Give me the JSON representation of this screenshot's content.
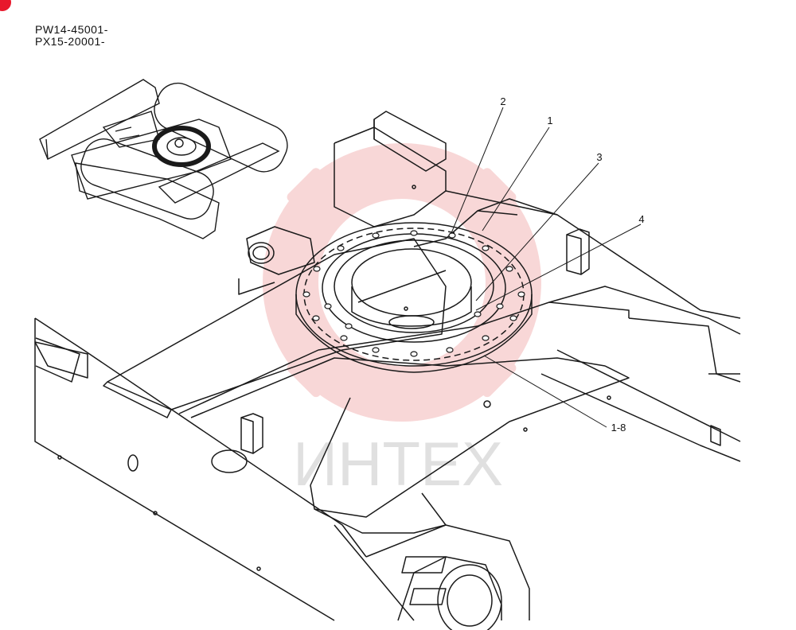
{
  "serial_numbers": [
    "PW14-45001-",
    "PX15-20001-"
  ],
  "callouts": {
    "c1": "1",
    "c2": "2",
    "c3": "3",
    "c4": "4",
    "c18": "1-8"
  },
  "watermark": {
    "text": "ИНТЕХ",
    "color": "#f3b8b8"
  },
  "colors": {
    "line": "#1a1a1a",
    "badge": "#e8182c"
  }
}
